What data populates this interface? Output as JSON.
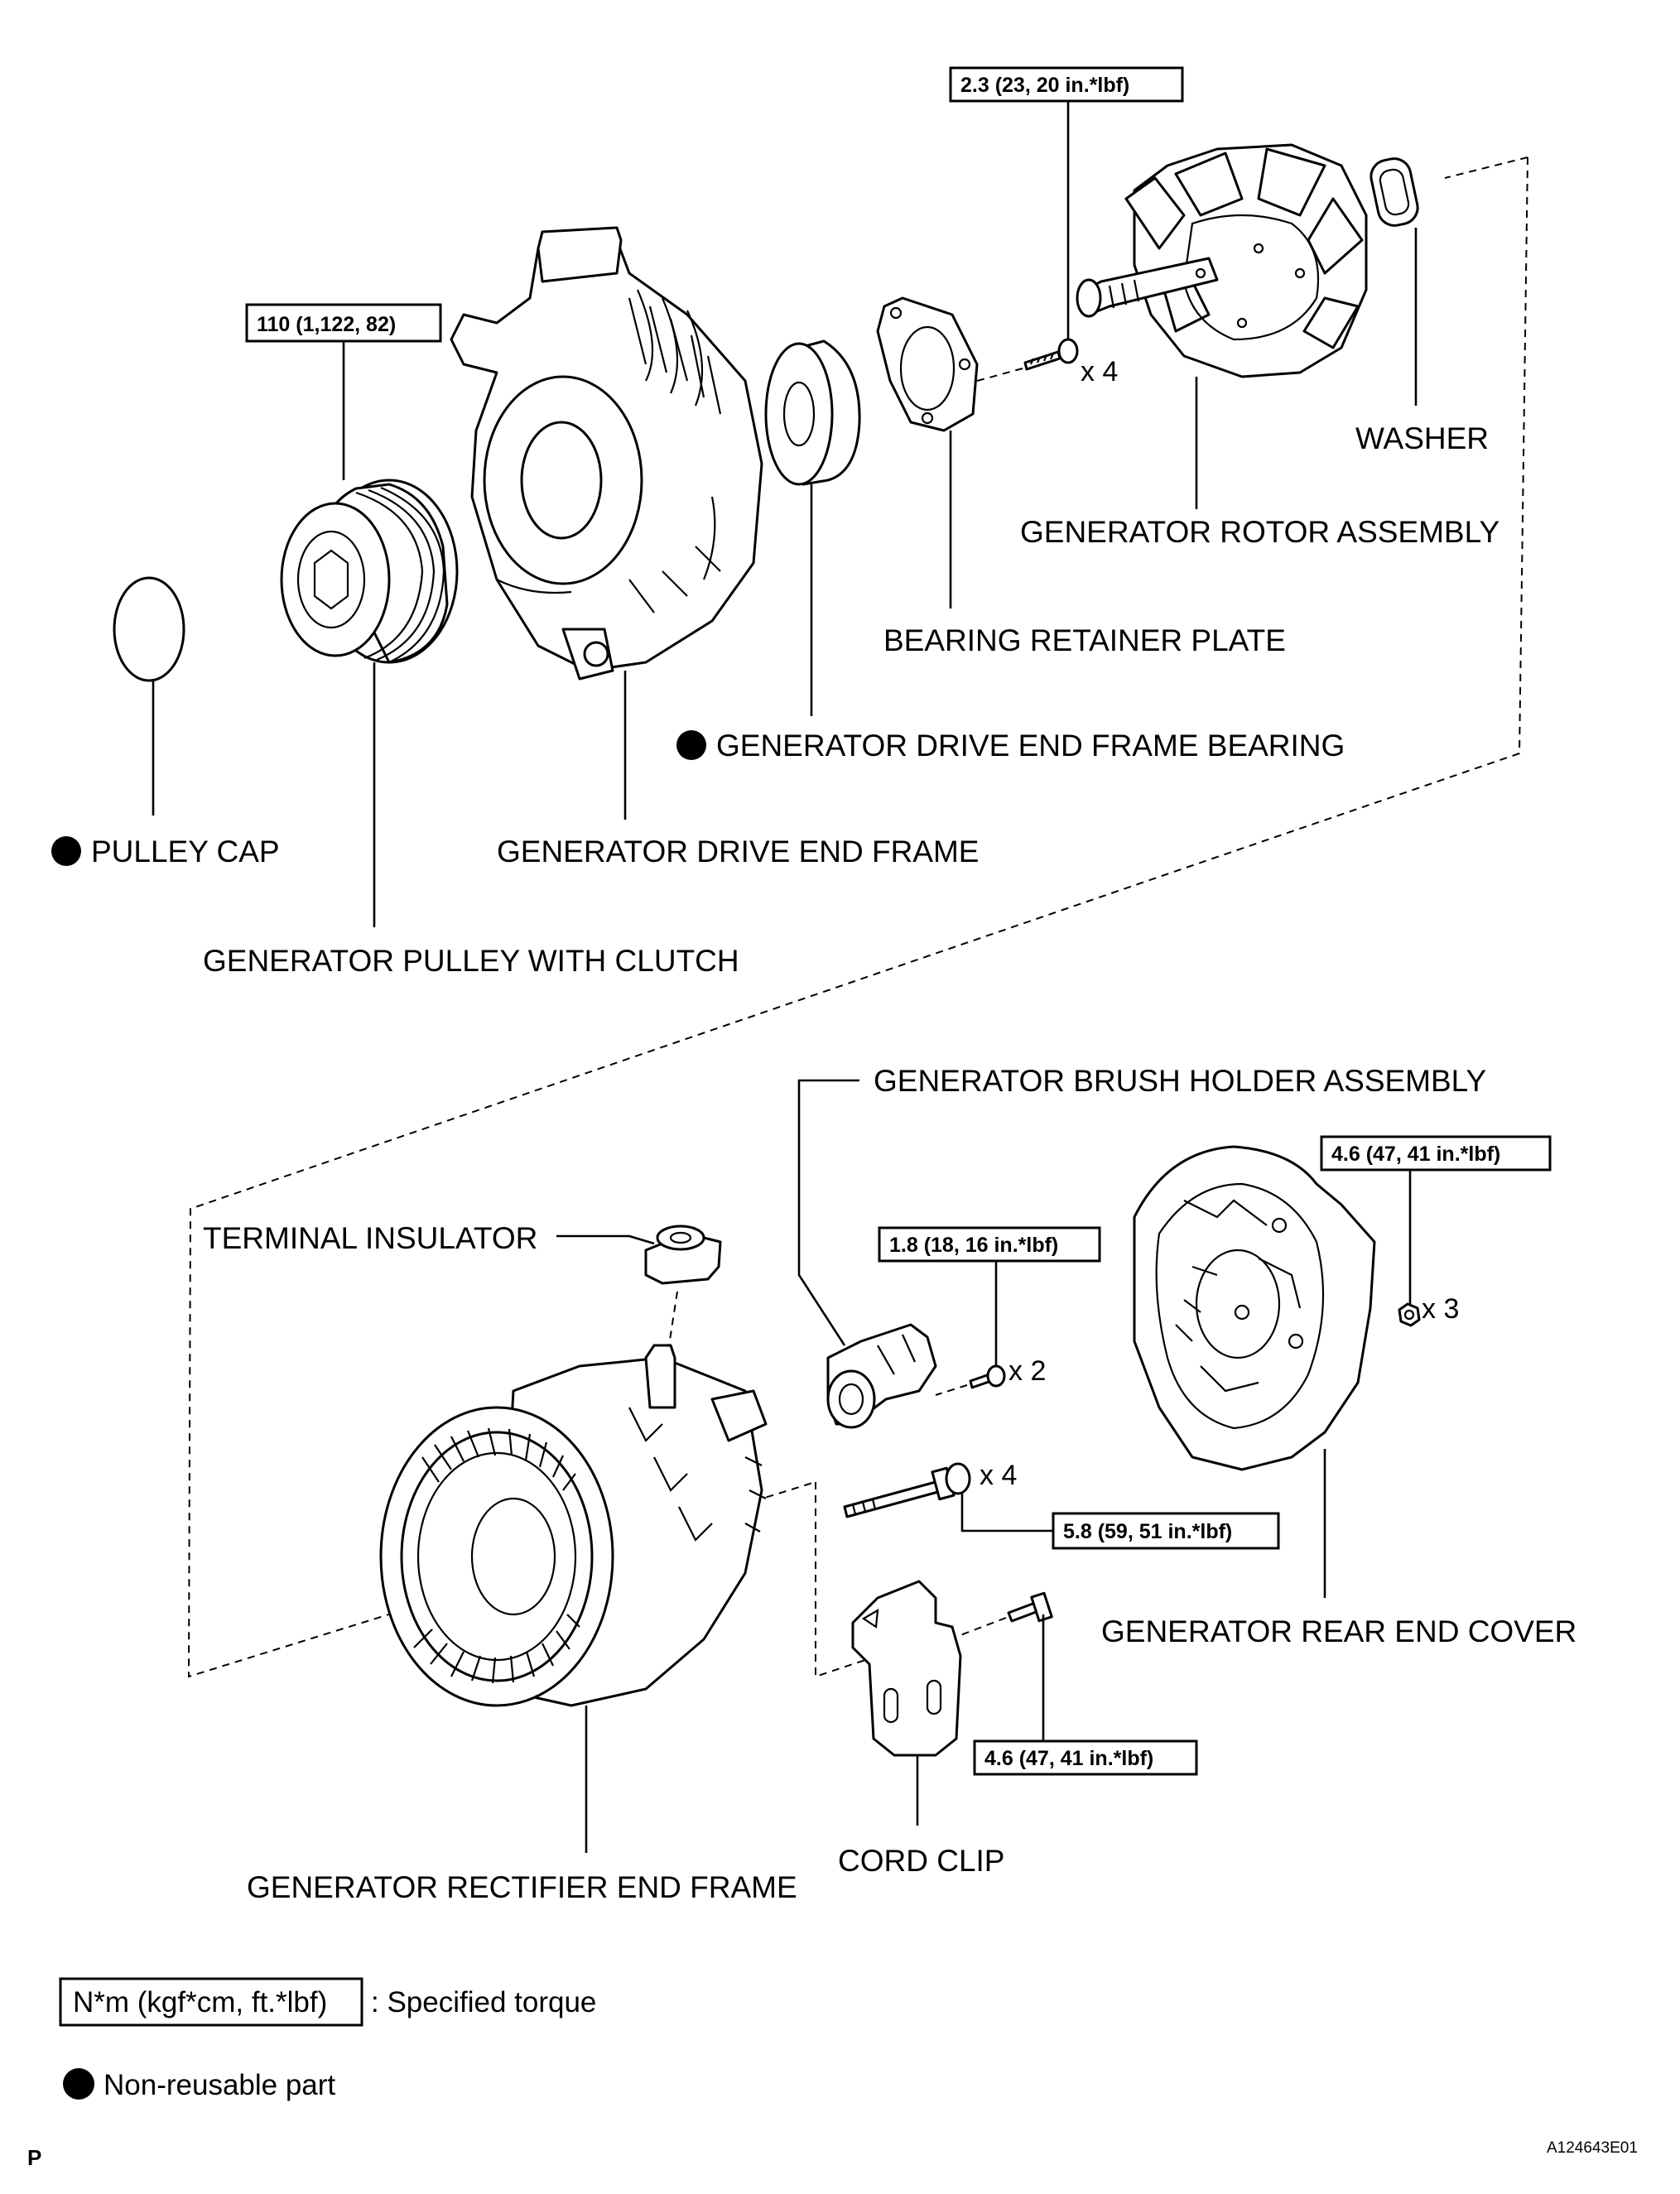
{
  "labels": {
    "pulley_cap": "PULLEY CAP",
    "generator_pulley_with_clutch": "GENERATOR PULLEY WITH CLUTCH",
    "generator_drive_end_frame": "GENERATOR DRIVE END FRAME",
    "generator_drive_end_frame_bearing": "GENERATOR DRIVE END FRAME BEARING",
    "bearing_retainer_plate": "BEARING RETAINER PLATE",
    "generator_rotor_assembly": "GENERATOR ROTOR ASSEMBLY",
    "washer": "WASHER",
    "generator_brush_holder_assembly": "GENERATOR BRUSH HOLDER ASSEMBLY",
    "terminal_insulator": "TERMINAL INSULATOR",
    "generator_rear_end_cover": "GENERATOR REAR END COVER",
    "cord_clip": "CORD CLIP",
    "generator_rectifier_end_frame": "GENERATOR RECTIFIER END FRAME"
  },
  "torques": {
    "pulley": "110 (1,122, 82)",
    "retainer_screw": "2.3 (23, 20 in.*lbf)",
    "brush_holder_screw": "1.8 (18, 16 in.*lbf)",
    "rear_cover_nut": "4.6 (47, 41 in.*lbf)",
    "through_bolt": "5.8 (59, 51 in.*lbf)",
    "cord_clip_bolt": "4.6 (47, 41 in.*lbf)"
  },
  "quantities": {
    "retainer_screw": "x 4",
    "brush_holder_screw": "x 2",
    "rear_cover_nut": "x 3",
    "through_bolt": "x 4"
  },
  "legend": {
    "torque_box": "N*m (kgf*cm, ft.*lbf)",
    "torque_desc": ": Specified torque",
    "nonreusable_desc": "Non-reusable part"
  },
  "footer": {
    "page_letter": "P",
    "figure_id": "A124643E01"
  }
}
